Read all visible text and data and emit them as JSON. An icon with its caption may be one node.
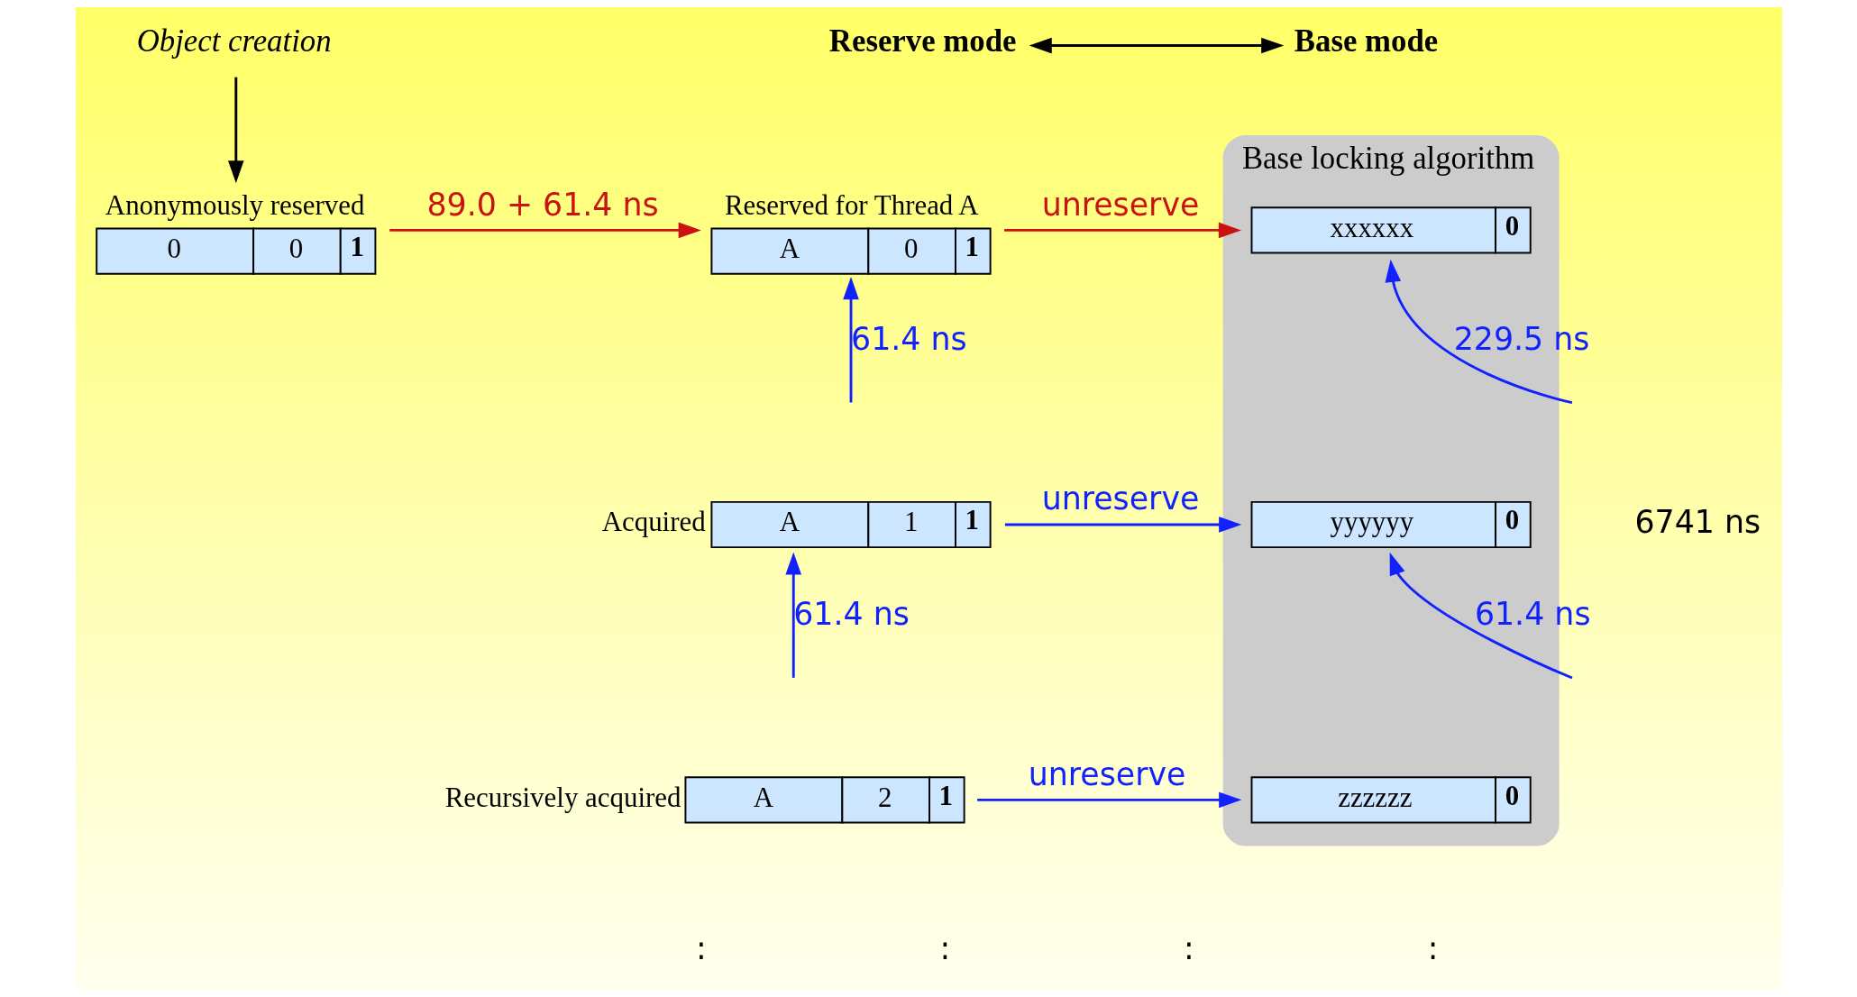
{
  "diagram": {
    "nodes": [
      {
        "text": [
          "Object creation"
        ]
      },
      {
        "text": [
          "Reserve mode"
        ]
      },
      {
        "text": [
          "Base mode"
        ]
      },
      {
        "text": [
          "0",
          "0",
          "1"
        ],
        "beside": [
          "Anonymously reserved"
        ]
      },
      {
        "text": [
          "A",
          "0",
          "1"
        ],
        "beside": [
          "Reserved for Thread A"
        ]
      },
      {
        "text": [
          "A",
          "1",
          "1"
        ],
        "beside": [
          "Acquired"
        ]
      },
      {
        "text": [
          "A",
          "2",
          "1"
        ],
        "beside": [
          "Recursively acquired"
        ]
      },
      {
        "text": [
          "Base locking algorithm"
        ]
      },
      {
        "text": [
          "xxxxxx",
          "0"
        ],
        "in": 7
      },
      {
        "text": [
          "yyyyyy",
          "0"
        ],
        "in": 7
      },
      {
        "text": [
          "zzzzzz",
          "0"
        ],
        "in": 7
      }
    ],
    "edges": [
      {
        "from": 0,
        "to": 3,
        "arrow": "to",
        "color": "#000000"
      },
      {
        "from": 1,
        "to": 2,
        "arrow": "both",
        "color": "#000000"
      },
      {
        "from": 3,
        "to": 4,
        "arrow": "to",
        "label": "89.0 + 61.4 ns",
        "color": "#cc1111"
      },
      {
        "from": null,
        "to": 4,
        "arrow": "to",
        "label": "61.4 ns",
        "color": "#1122ff"
      },
      {
        "from": 4,
        "to": 8,
        "arrow": "to",
        "label": "unreserve",
        "color": "#cc1111"
      },
      {
        "from": null,
        "to": 5,
        "arrow": "to",
        "label": "61.4 ns",
        "color": "#1122ff"
      },
      {
        "from": 5,
        "to": 9,
        "arrow": "to",
        "label": "unreserve",
        "color": "#1122ff"
      },
      {
        "from": 6,
        "to": 10,
        "arrow": "to",
        "label": "unreserve",
        "color": "#1122ff"
      },
      {
        "from": null,
        "to": 8,
        "arrow": "to",
        "label": "229.5 ns",
        "color": "#1122ff"
      },
      {
        "from": null,
        "to": 9,
        "arrow": "to",
        "label": "61.4 ns",
        "color": "#1122ff"
      }
    ],
    "labels": [
      "6741 ns",
      ":",
      ":",
      ":",
      ":"
    ]
  }
}
